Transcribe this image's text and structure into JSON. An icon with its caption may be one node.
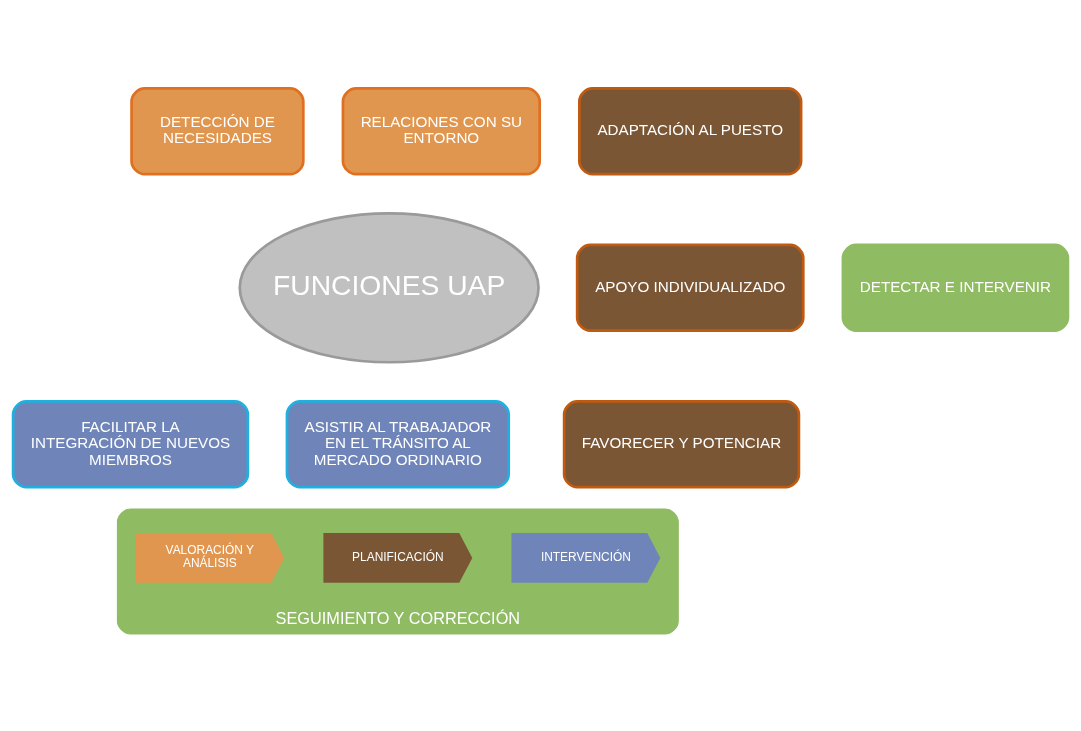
{
  "diagram": {
    "nodes": [
      {
        "text": [
          "FUNCIONES UAP"
        ]
      },
      {
        "text": [
          "DETECCIÓN DE NECESIDADES"
        ]
      },
      {
        "text": [
          "RELACIONES CON SU ENTORNO"
        ]
      },
      {
        "text": [
          "ADAPTACIÓN AL PUESTO"
        ]
      },
      {
        "text": [
          "APOYO INDIVIDUALIZADO"
        ]
      },
      {
        "text": [
          "FAVORECER Y POTENCIAR"
        ]
      },
      {
        "text": [
          "FACILITAR LA INTEGRACIÓN DE NUEVOS MIEMBROS"
        ]
      },
      {
        "text": [
          "ASISTIR AL TRABAJADOR EN EL TRÁNSITO AL MERCADO ORDINARIO"
        ]
      },
      {
        "text": [
          "DETECTAR E INTERVENIR"
        ]
      },
      {
        "text": [
          "SEGUIMIENTO Y CORRECCIÓN"
        ]
      },
      {
        "text": [
          "VALORACIÓN Y ANÁLISIS"
        ],
        "in": 9
      },
      {
        "text": [
          "PLANIFICACIÓN"
        ],
        "in": 9
      },
      {
        "text": [
          "INTERVENCIÓN"
        ],
        "in": 9
      }
    ]
  }
}
